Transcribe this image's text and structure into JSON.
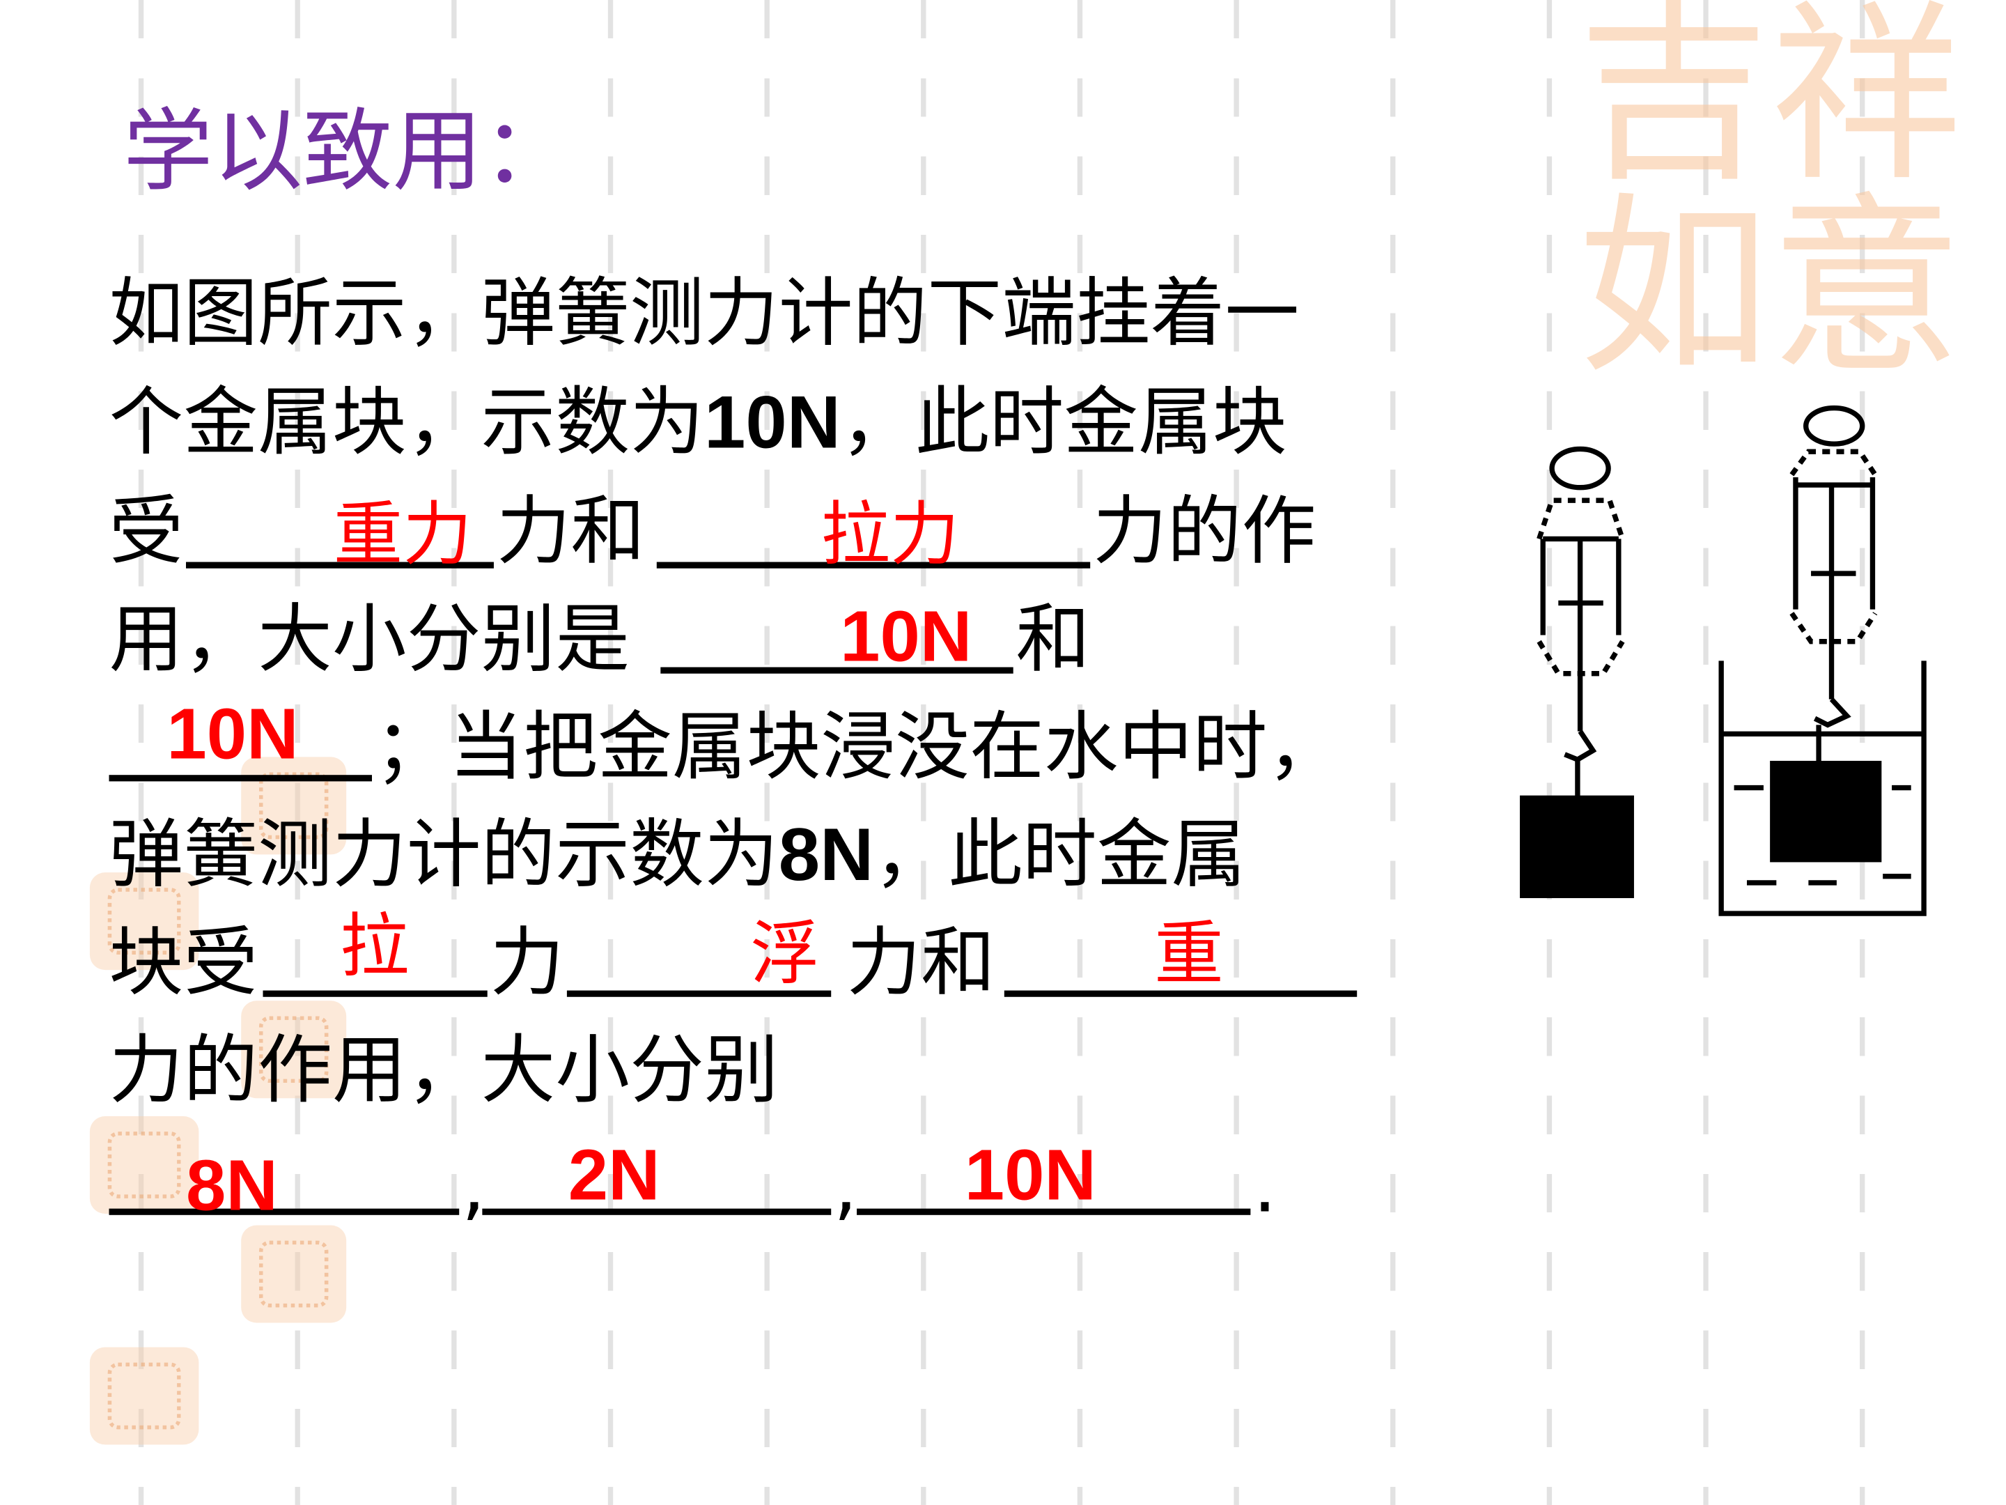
{
  "title": "学以致用：",
  "watermark": "吉祥如意",
  "colors": {
    "title": "#7030A0",
    "answer": "#FF0000",
    "text": "#000000",
    "seal": "#F8CEAA"
  },
  "lines": {
    "l1": "如图所示，弹簧测力计的下端挂着一",
    "l2a": "个金属块，示数为",
    "l2b": "10N",
    "l2c": "，此时金属块",
    "l3a": "受",
    "l3b": "力和",
    "l3c": "力的作",
    "l4a": "用，大小分别是",
    "l4b": "和",
    "l5a": "；当把金属块浸没在水中时，",
    "l6a": "弹簧测力计的示数为",
    "l6b": "8N",
    "l6c": "，此时金属",
    "l7a": "块受",
    "l7b": "力",
    "l7c": "力和",
    "l8a": "力的作用，大小分别",
    "l9a": ",",
    "l9b": ",",
    "l9c": "."
  },
  "answers": {
    "a1": "重力",
    "a2": "拉力",
    "a3": "10N",
    "a4": "10N",
    "a5": "拉",
    "a6": "浮",
    "a7": "重",
    "a8": "8N",
    "a9": "2N",
    "a10": "10N"
  }
}
